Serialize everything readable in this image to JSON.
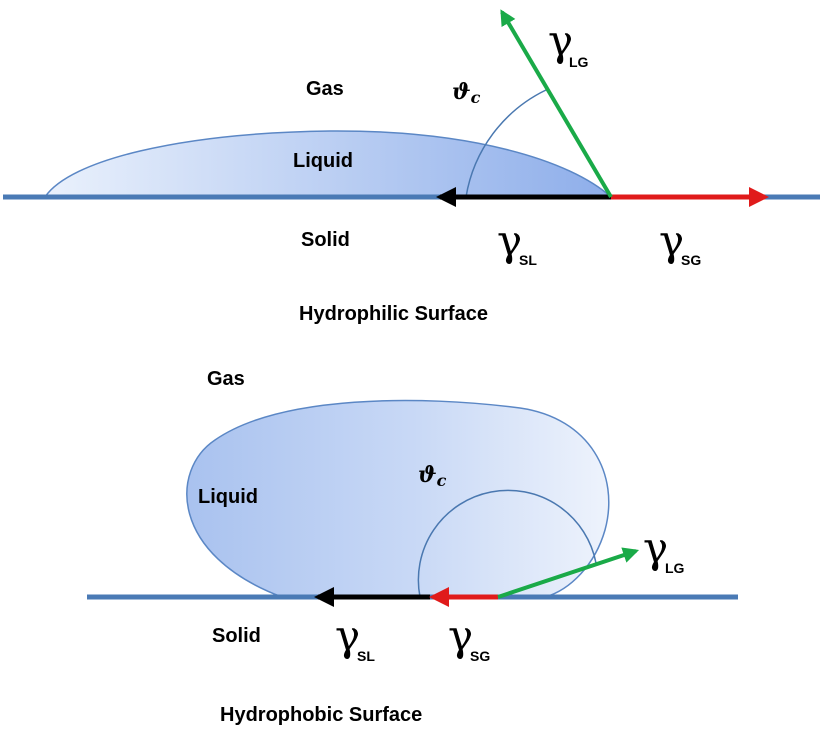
{
  "top_panel": {
    "gas": "Gas",
    "liquid": "Liquid",
    "solid": "Solid",
    "theta_symbol": "ϑ",
    "theta_sub": "c",
    "gamma_symbol": "γ",
    "gamma_lg_sub": "LG",
    "gamma_sl_sub": "SL",
    "gamma_sg_sub": "SG",
    "caption": "Hydrophilic Surface"
  },
  "bottom_panel": {
    "gas": "Gas",
    "liquid": "Liquid",
    "solid": "Solid",
    "theta_symbol": "ϑ",
    "theta_sub": "c",
    "gamma_symbol": "γ",
    "gamma_lg_sub": "LG",
    "gamma_sl_sub": "SL",
    "gamma_sg_sub": "SG",
    "caption": "Hydrophobic Surface"
  },
  "colors": {
    "surface_line": "#4a7ab5",
    "droplet_light": "#eaf1fc",
    "droplet_dark": "#8eaeea",
    "droplet_outline": "#5b87c5",
    "arrow_lg": "#1aaa48",
    "arrow_sg": "#e01b1b",
    "arrow_sl": "#000000",
    "angle_arc": "#4a78b0"
  }
}
